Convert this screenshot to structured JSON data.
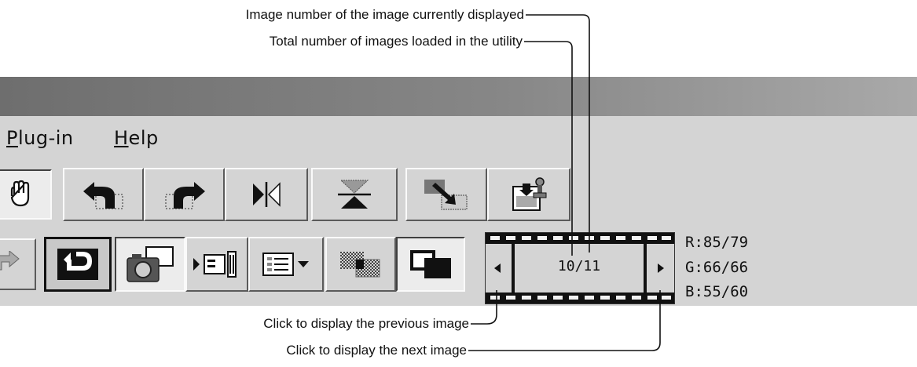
{
  "annotations": {
    "current_image": "Image number of the image currently displayed",
    "total_images": "Total number of images loaded in the utility",
    "previous_image": "Click to display the previous image",
    "next_image": "Click to display the next image"
  },
  "menu": {
    "plugin": {
      "mnemonic": "P",
      "rest": "lug-in"
    },
    "help": {
      "mnemonic": "H",
      "rest": "elp"
    }
  },
  "toolbar_top": {
    "buttons": [
      "hand-tool-icon",
      "rotate-left-icon",
      "rotate-right-icon",
      "flip-horizontal-icon",
      "flip-vertical-icon",
      "export-icon",
      "scanner-icon"
    ]
  },
  "toolbar_bottom": {
    "buttons": [
      "redo-icon",
      "undo-icon",
      "camera-icon",
      "play-thumbnail-icon",
      "list-view-dropdown-icon",
      "pattern-compare-icon",
      "overlap-compare-icon"
    ]
  },
  "film_counter": {
    "value": "10/11"
  },
  "rgb_readout": {
    "r": "R:85/79",
    "g": "G:66/66",
    "b": "B:55/60"
  },
  "colors": {
    "title_bar": "#878787",
    "panel": "#d4d4d4",
    "film": "#111111"
  }
}
